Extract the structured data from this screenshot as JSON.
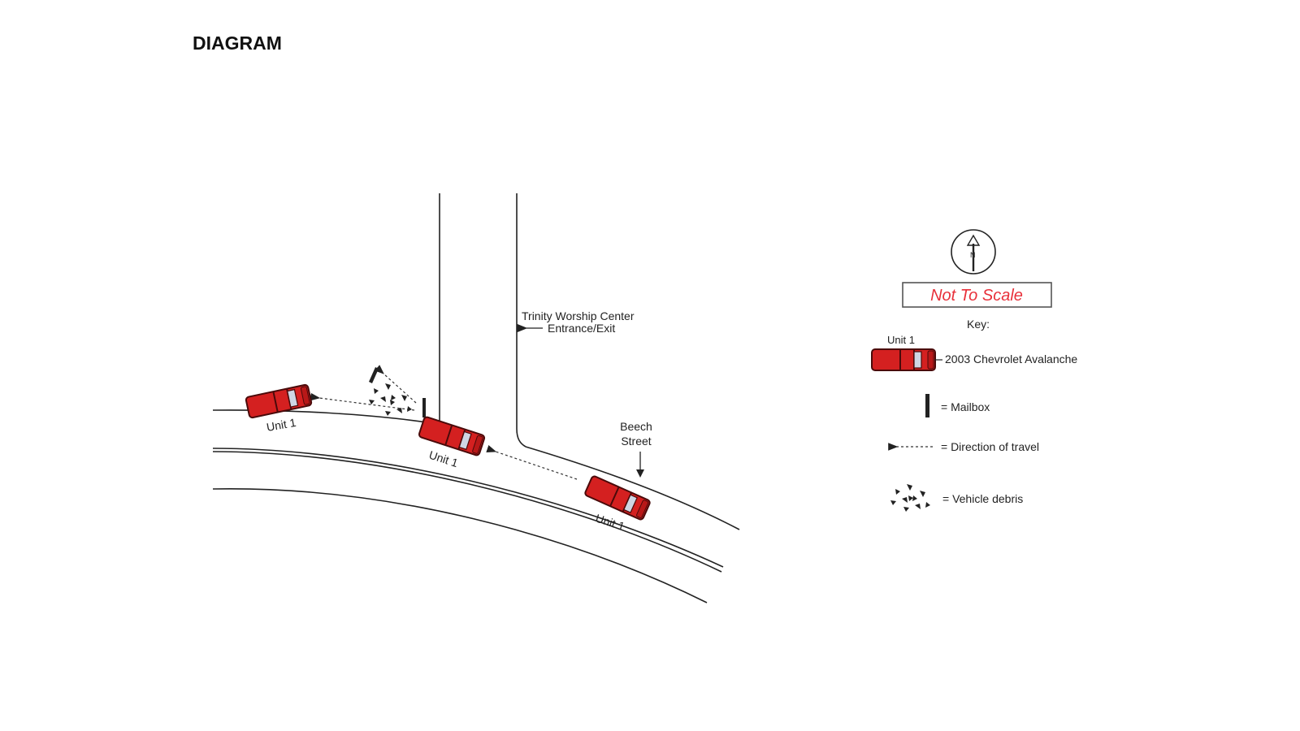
{
  "title": "DIAGRAM",
  "labels": {
    "church_line1": "Trinity Worship Center",
    "church_line2": "Entrance/Exit",
    "street_line1": "Beech",
    "street_line2": "Street",
    "unit_label": "Unit 1"
  },
  "north_letter": "N",
  "scale_note": "Not To Scale",
  "key": {
    "title": "Key:",
    "unit_label": "Unit 1",
    "vehicle": "2003 Chevrolet Avalanche",
    "mailbox": "= Mailbox",
    "direction": "= Direction of travel",
    "debris": "= Vehicle debris"
  },
  "colors": {
    "vehicle": "#d42020",
    "scale_text": "#e8303a",
    "road": "#222222"
  }
}
